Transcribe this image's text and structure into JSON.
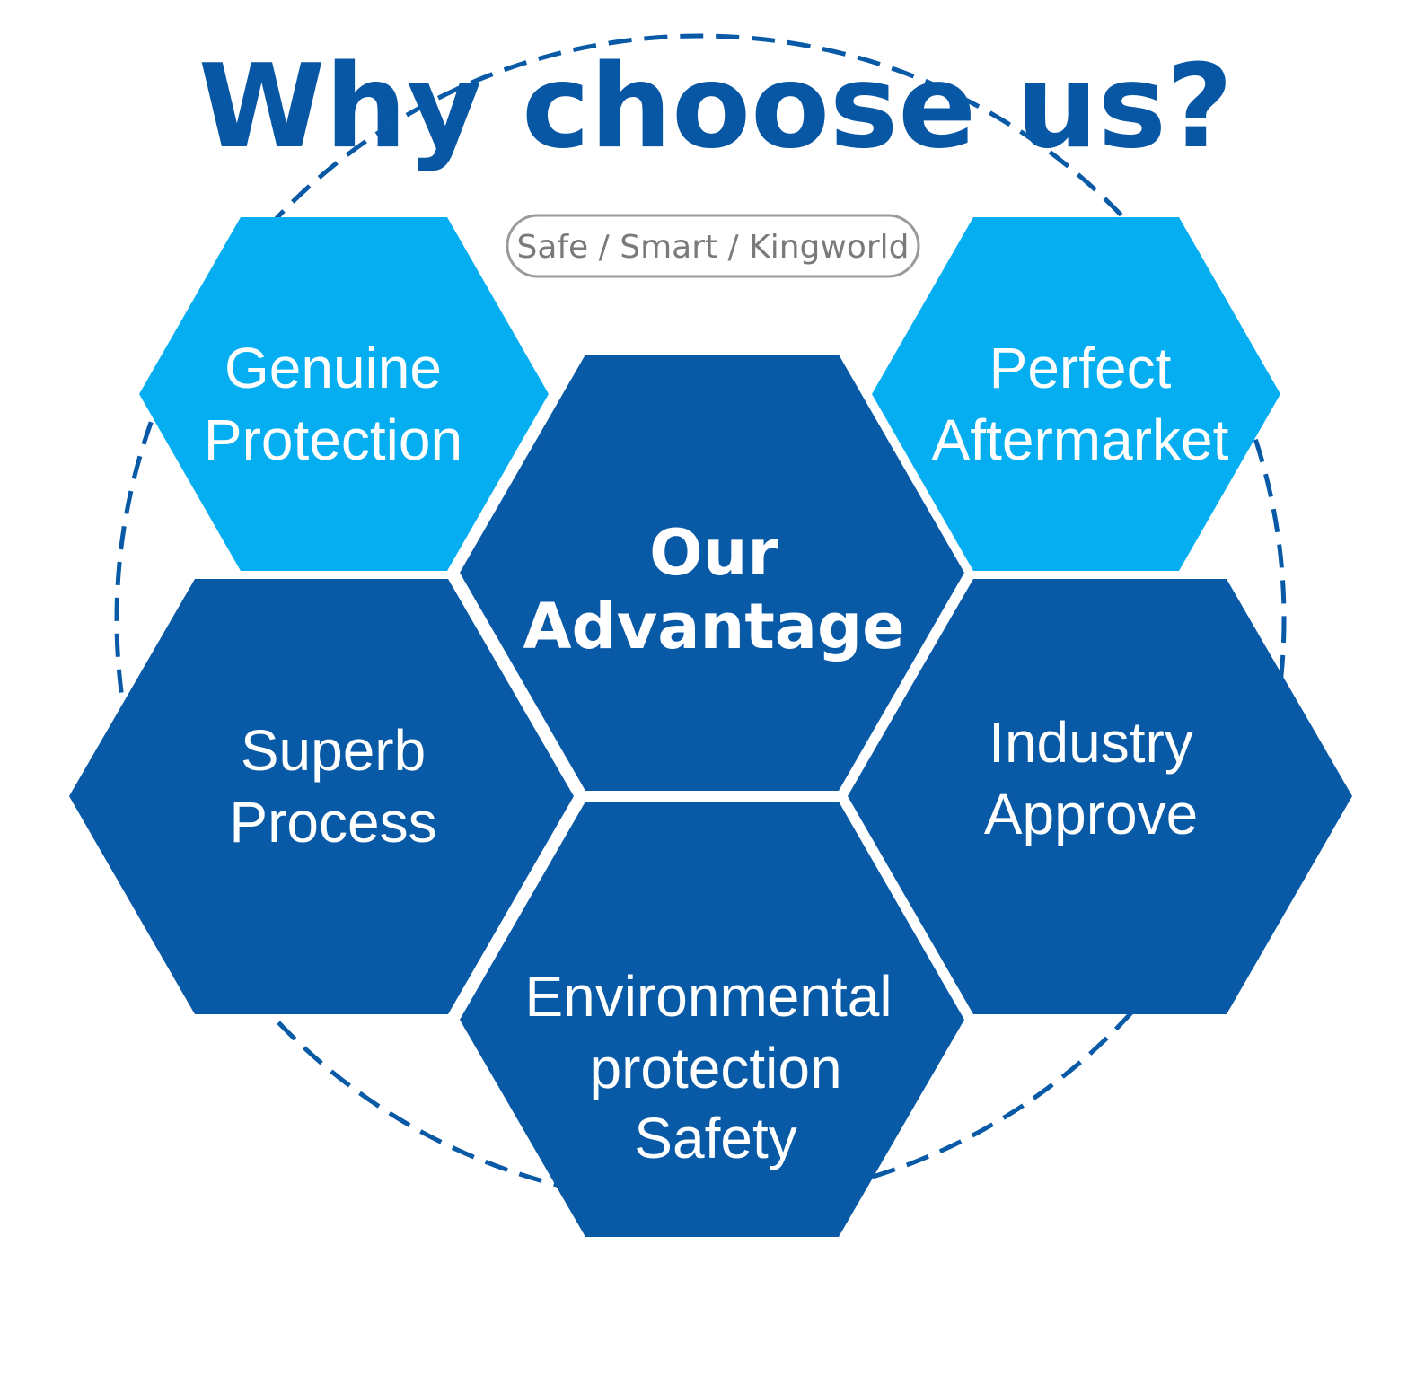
{
  "title": "Why choose us?",
  "tagline": "Safe / Smart / Kingworld",
  "center": {
    "lines": [
      "Our",
      "Advantage"
    ]
  },
  "hexagons": {
    "genuine": {
      "lines": [
        "Genuine",
        "Protection"
      ]
    },
    "aftermarket": {
      "lines": [
        "Perfect",
        "Aftermarket"
      ]
    },
    "superb": {
      "lines": [
        "Superb",
        "Process"
      ]
    },
    "industry": {
      "lines": [
        "Industry",
        "Approve"
      ]
    },
    "environmental": {
      "lines": [
        "Environmental",
        "protection",
        "Safety"
      ]
    }
  },
  "colors": {
    "title": "#0857a5",
    "dark_hex": "#0859a6",
    "light_hex": "#04aef0",
    "hex_text": "#ffffff",
    "tagline_text": "#7a7a7a",
    "tagline_border": "#9a9a9a",
    "dashed_circle": "#0859a6",
    "background": "#ffffff"
  }
}
